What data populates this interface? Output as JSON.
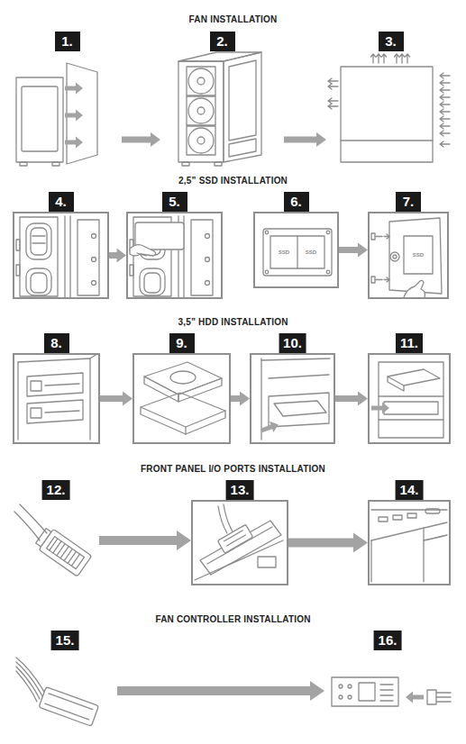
{
  "diagram": {
    "nodes": [
      {
        "text": [
          "1."
        ]
      },
      {
        "text": [
          "2."
        ]
      },
      {
        "text": [
          "3."
        ]
      },
      {
        "text": [
          "4."
        ]
      },
      {
        "text": [
          "5."
        ]
      },
      {
        "text": [
          "6."
        ]
      },
      {
        "text": [
          "7."
        ]
      },
      {
        "text": [
          "8."
        ]
      },
      {
        "text": [
          "9."
        ]
      },
      {
        "text": [
          "10."
        ]
      },
      {
        "text": [
          "11."
        ]
      },
      {
        "text": [
          "12."
        ]
      },
      {
        "text": [
          "13."
        ]
      },
      {
        "text": [
          "14."
        ]
      },
      {
        "text": [
          "15."
        ]
      },
      {
        "text": [
          "16."
        ]
      }
    ],
    "edges": [
      {
        "from": 0,
        "to": 1,
        "arrow": "to"
      },
      {
        "from": 1,
        "to": 2,
        "arrow": "to"
      },
      {
        "from": 3,
        "to": 4,
        "arrow": "to"
      },
      {
        "from": 5,
        "to": 6,
        "arrow": "to"
      },
      {
        "from": 7,
        "to": 8,
        "arrow": "to"
      },
      {
        "from": 8,
        "to": 9,
        "arrow": "to"
      },
      {
        "from": 9,
        "to": 10,
        "arrow": "to"
      },
      {
        "from": 11,
        "to": 12,
        "arrow": "to"
      },
      {
        "from": 12,
        "to": 13,
        "arrow": "to"
      },
      {
        "from": 14,
        "to": 15,
        "arrow": "to"
      }
    ],
    "labels": [
      "FAN INSTALLATION",
      "2,5” SSD INSTALLATION",
      "SSD",
      "SSD",
      "SSD",
      "3,5” HDD INSTALLATION",
      "FRONT PANEL I/O PORTS INSTALLATION",
      "FAN CONTROLLER INSTALLATION"
    ]
  }
}
